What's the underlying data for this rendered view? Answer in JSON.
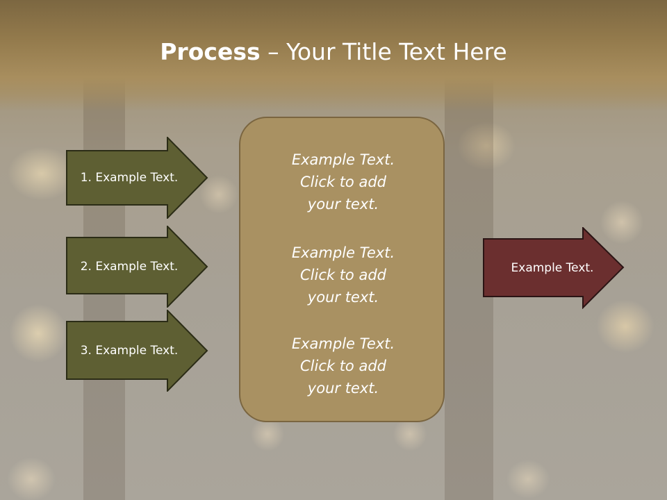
{
  "title": {
    "bold": "Process",
    "rest": " – Your Title Text Here"
  },
  "steps": [
    {
      "label": "1. Example Text."
    },
    {
      "label": "2. Example Text."
    },
    {
      "label": "3. Example Text."
    }
  ],
  "center": {
    "blocks": [
      {
        "l1": "Example Text.",
        "l2": "Click  to add",
        "l3": "your text."
      },
      {
        "l1": "Example Text.",
        "l2": "Click  to add",
        "l3": "your text."
      },
      {
        "l1": "Example Text.",
        "l2": "Click  to add",
        "l3": "your text."
      }
    ]
  },
  "output": {
    "label": "Example Text."
  },
  "colors": {
    "step_fill": "#5e5f33",
    "step_border": "#2b2c16",
    "center_fill": "#a99162",
    "output_fill": "#6b2f2f",
    "header": "#937a4c"
  }
}
